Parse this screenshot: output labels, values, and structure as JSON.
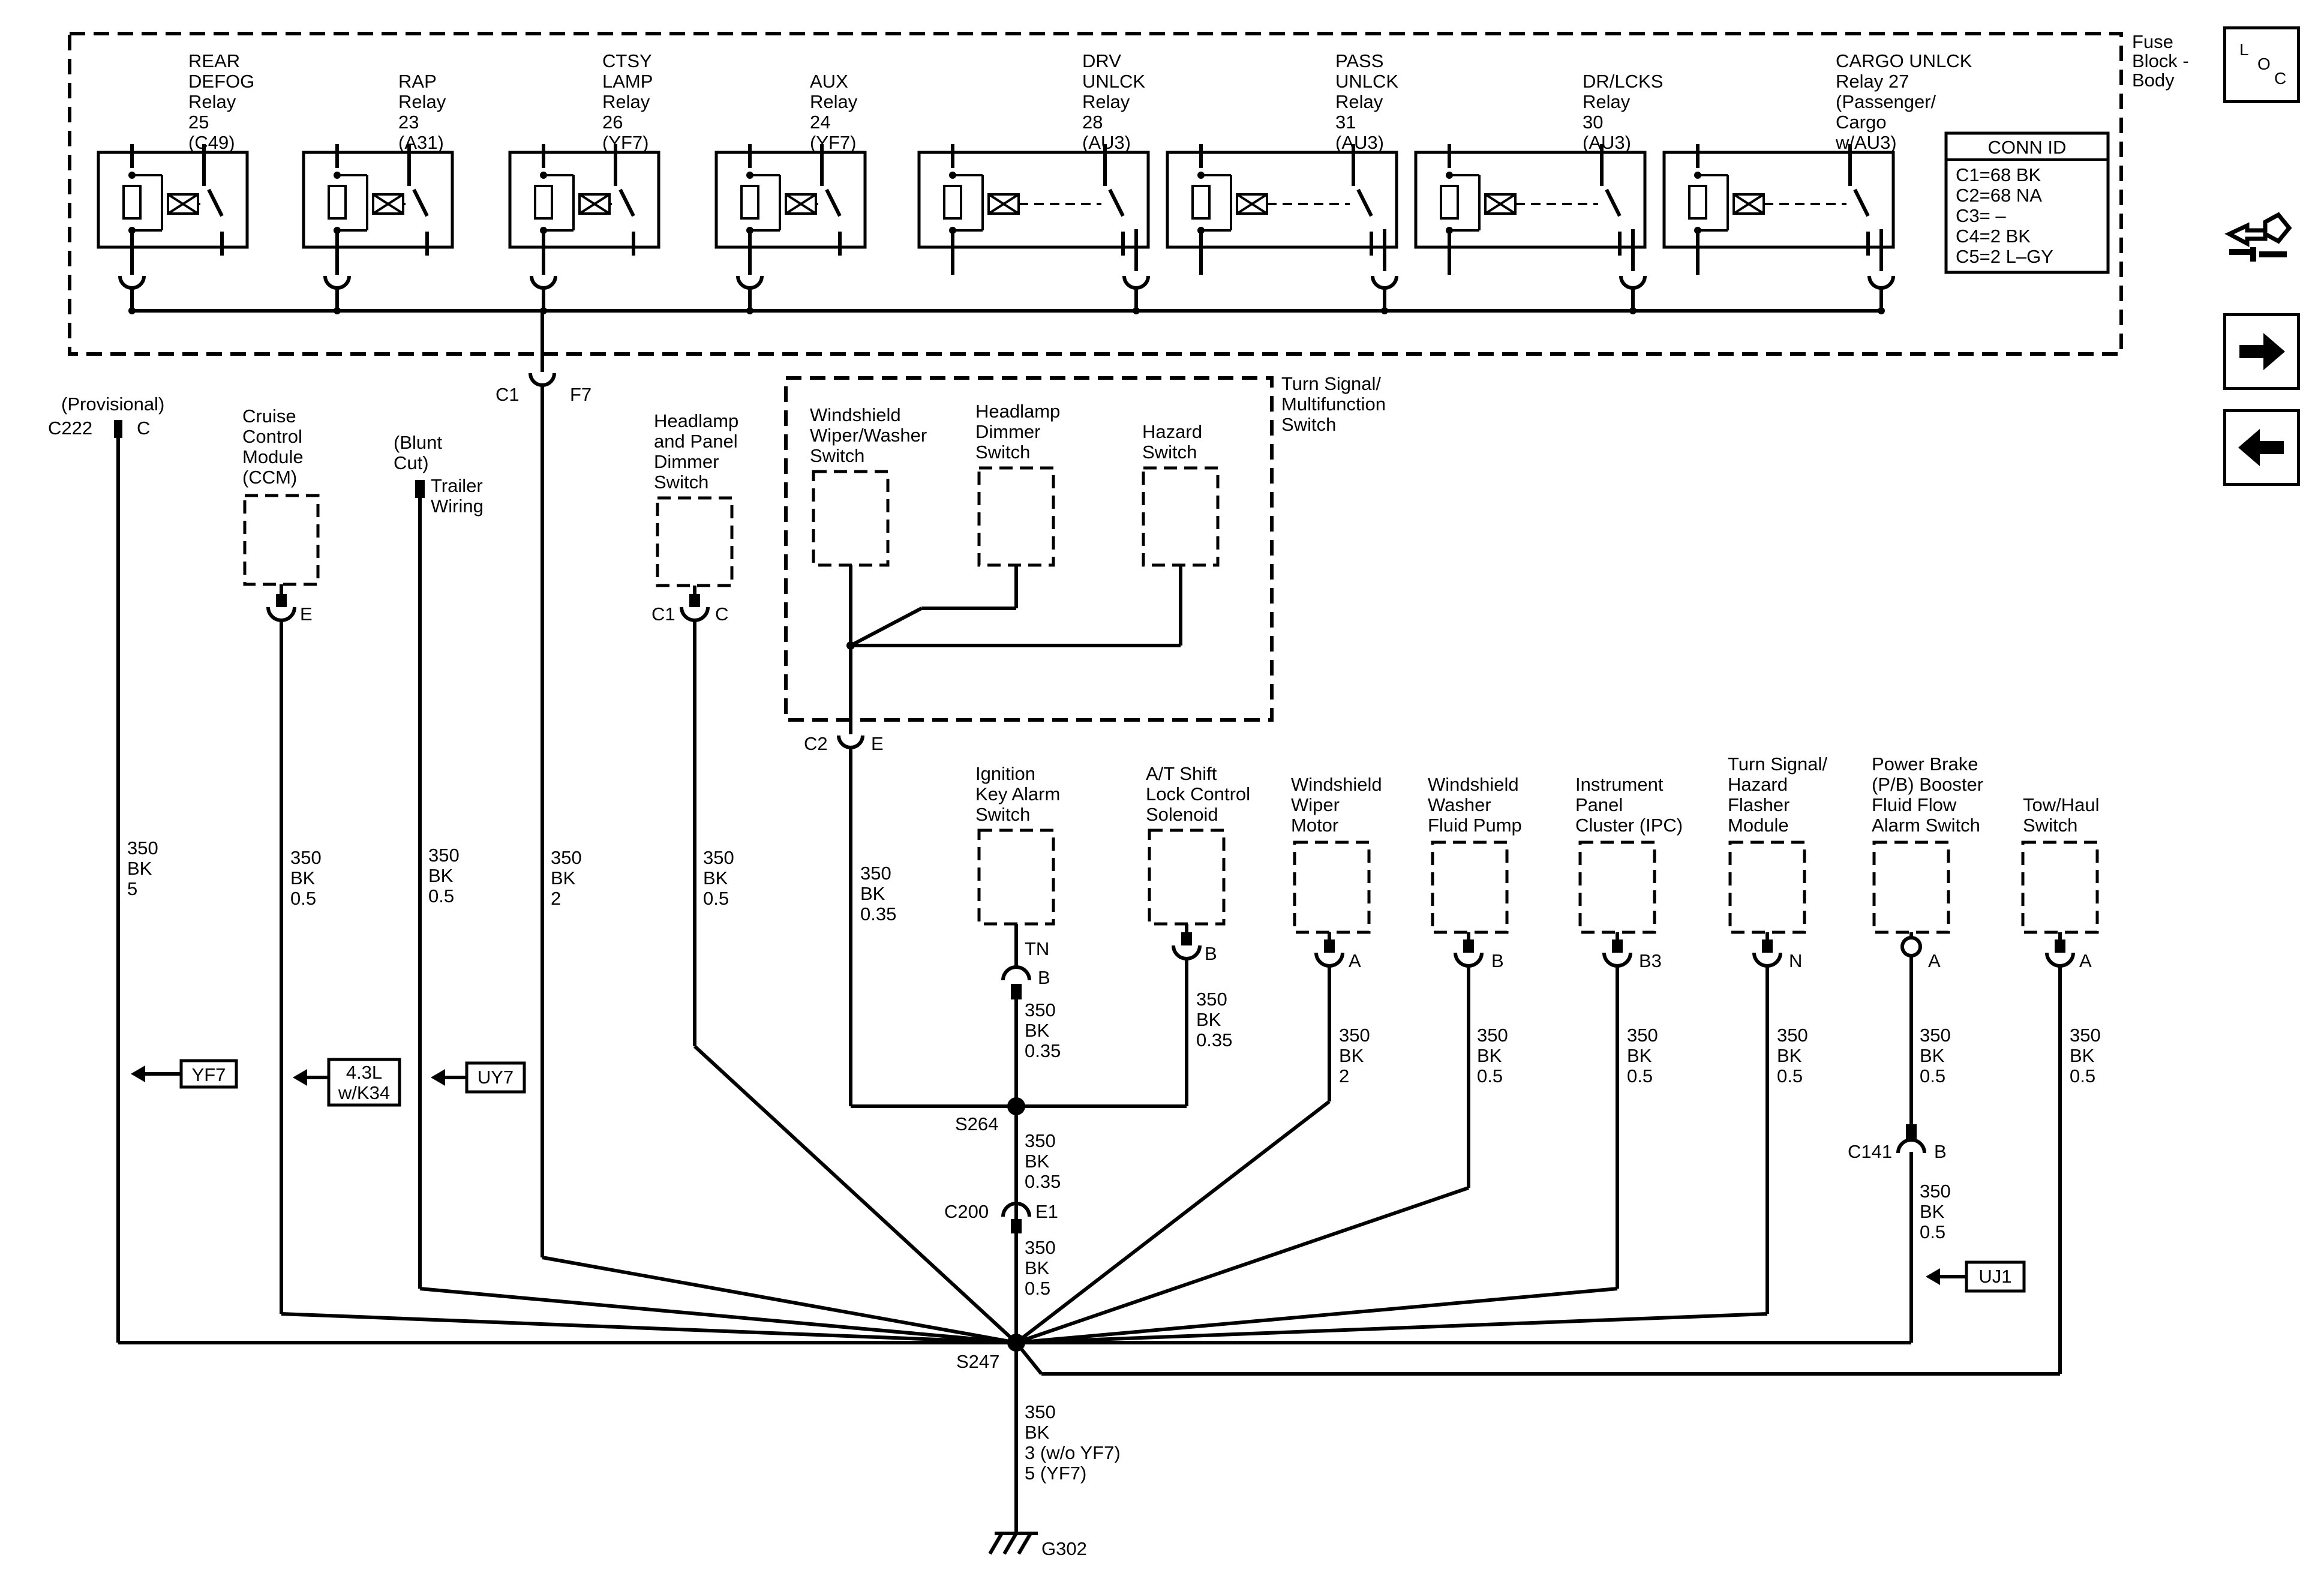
{
  "fuse_block": {
    "label_line1": "Fuse",
    "label_line2": "Block -",
    "label_line3": "Body"
  },
  "conn_id": {
    "title": "CONN ID",
    "rows": [
      "C1=68 BK",
      "C2=68 NA",
      "C3= –",
      "C4=2 BK",
      "C5=2 L–GY"
    ]
  },
  "relays": [
    {
      "lines": [
        "REAR",
        "DEFOG",
        "Relay",
        "25",
        "(C49)"
      ]
    },
    {
      "lines": [
        "RAP",
        "Relay",
        "23",
        "(A31)"
      ]
    },
    {
      "lines": [
        "CTSY",
        "LAMP",
        "Relay",
        "26",
        "(YF7)"
      ]
    },
    {
      "lines": [
        "AUX",
        "Relay",
        "24",
        "(YF7)"
      ]
    },
    {
      "lines": [
        "DRV",
        "UNLCK",
        "Relay",
        "28",
        "(AU3)"
      ]
    },
    {
      "lines": [
        "PASS",
        "UNLCK",
        "Relay",
        "31",
        "(AU3)"
      ]
    },
    {
      "lines": [
        "DR/LCKS",
        "Relay",
        "30",
        "(AU3)"
      ]
    },
    {
      "lines": [
        "CARGO UNLCK",
        "Relay 27",
        "(Passenger/",
        "Cargo",
        "w/AU3)"
      ]
    }
  ],
  "fuse_connector": {
    "conn": "C1",
    "pin": "F7"
  },
  "multifunction": {
    "title": [
      "Turn Signal/",
      "Multifunction",
      "Switch"
    ],
    "wiper_switch": [
      "Windshield",
      "Wiper/Washer",
      "Switch"
    ],
    "dimmer_switch": [
      "Headlamp",
      "Dimmer",
      "Switch"
    ],
    "hazard_switch": [
      "Hazard",
      "Switch"
    ],
    "conn": "C2",
    "pin": "E"
  },
  "components": {
    "c222": {
      "top": "(Provisional)",
      "conn": "C222",
      "pin": "C"
    },
    "cruise": {
      "lines": [
        "Cruise",
        "Control",
        "Module",
        "(CCM)"
      ],
      "pin": "E"
    },
    "trailer": {
      "lines": [
        "(Blunt",
        "Cut)"
      ],
      "label": [
        "Trailer",
        "Wiring"
      ]
    },
    "headlamp_panel": {
      "lines": [
        "Headlamp",
        "and Panel",
        "Dimmer",
        "Switch"
      ],
      "conn": "C1",
      "pin": "C"
    },
    "ignition": {
      "lines": [
        "Ignition",
        "Key Alarm",
        "Switch"
      ],
      "tn": "TN",
      "pin": "B"
    },
    "shift_lock": {
      "lines": [
        "A/T Shift",
        "Lock Control",
        "Solenoid"
      ],
      "pin": "B"
    },
    "wiper_motor": {
      "lines": [
        "Windshield",
        "Wiper",
        "Motor"
      ],
      "pin": "A"
    },
    "washer_pump": {
      "lines": [
        "Windshield",
        "Washer",
        "Fluid Pump"
      ],
      "pin": "B"
    },
    "ipc": {
      "lines": [
        "Instrument",
        "Panel",
        "Cluster (IPC)"
      ],
      "pin": "B3"
    },
    "flasher": {
      "lines": [
        "Turn Signal/",
        "Hazard",
        "Flasher",
        "Module"
      ],
      "pin": "N"
    },
    "brake": {
      "lines": [
        "Power Brake",
        "(P/B) Booster",
        "Fluid Flow",
        "Alarm Switch"
      ],
      "pin": "A"
    },
    "towhaul": {
      "lines": [
        "Tow/Haul",
        "Switch"
      ],
      "pin": "A"
    }
  },
  "wires": {
    "c222": [
      "350",
      "BK",
      "5"
    ],
    "cruise": [
      "350",
      "BK",
      "0.5"
    ],
    "trailer": [
      "350",
      "BK",
      "0.5"
    ],
    "fuse": [
      "350",
      "BK",
      "2"
    ],
    "headlamp": [
      "350",
      "BK",
      "0.5"
    ],
    "multifunction": [
      "350",
      "BK",
      "0.35"
    ],
    "ignition": [
      "350",
      "BK",
      "0.35"
    ],
    "shift_lock": [
      "350",
      "BK",
      "0.35"
    ],
    "wiper_motor": [
      "350",
      "BK",
      "2"
    ],
    "washer": [
      "350",
      "BK",
      "0.5"
    ],
    "ipc": [
      "350",
      "BK",
      "0.5"
    ],
    "flasher": [
      "350",
      "BK",
      "0.5"
    ],
    "brake_upper": [
      "350",
      "BK",
      "0.5"
    ],
    "brake_lower": [
      "350",
      "BK",
      "0.5"
    ],
    "towhaul": [
      "350",
      "BK",
      "0.5"
    ],
    "s264_to_c200": [
      "350",
      "BK",
      "0.35"
    ],
    "c200_to_s247": [
      "350",
      "BK",
      "0.5"
    ],
    "ground": [
      "350",
      "BK",
      "3 (w/o YF7)",
      "5 (YF7)"
    ]
  },
  "refs": {
    "yf7": "YF7",
    "k34_line1": "4.3L",
    "k34_line2": "w/K34",
    "uy7": "UY7",
    "uj1": "UJ1"
  },
  "splices": {
    "s264": "S264",
    "s247": "S247"
  },
  "inline": {
    "c200": "C200",
    "c200_pin": "E1",
    "c141": "C141",
    "c141_pin": "B"
  },
  "ground": "G302",
  "nav": {
    "loc_l": "L",
    "loc_o": "O",
    "loc_c": "C",
    "tools_icon": "harness-tools-icon",
    "forward_icon": "arrow-right-icon",
    "back_icon": "arrow-left-icon"
  }
}
